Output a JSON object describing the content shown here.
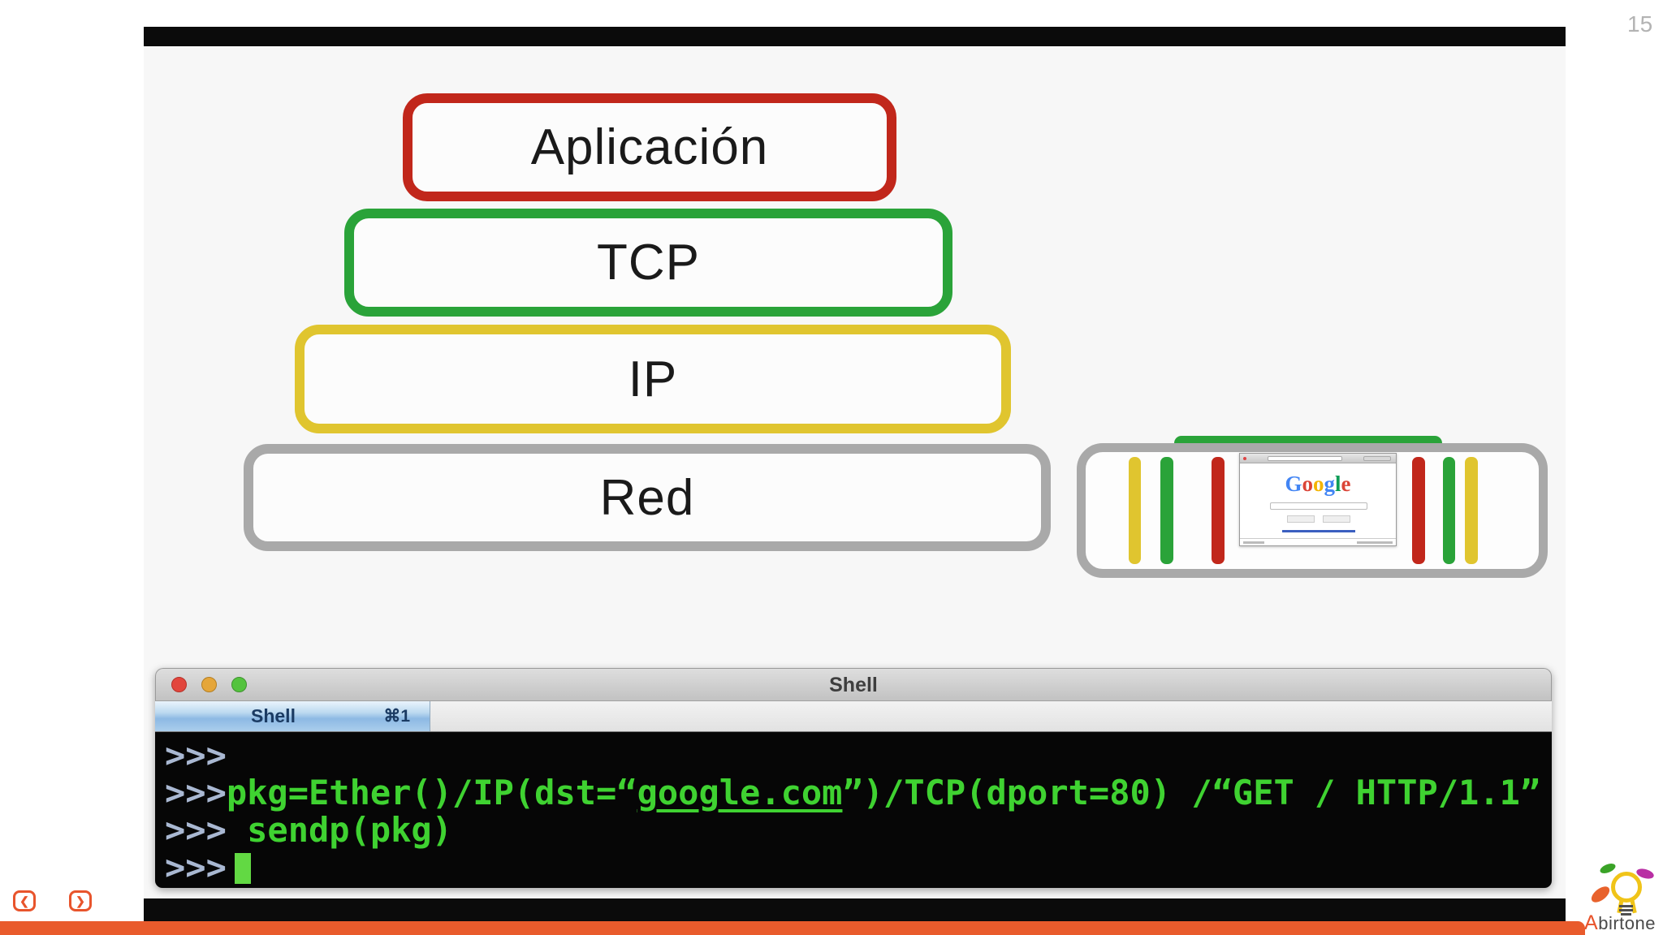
{
  "page": {
    "number": "15"
  },
  "slide": {
    "stack_boxes": [
      {
        "label": "Aplicación",
        "border_color": "#c1271b"
      },
      {
        "label": "TCP",
        "border_color": "#2aa339"
      },
      {
        "label": "IP",
        "border_color": "#e0c52f"
      },
      {
        "label": "Red",
        "border_color": "#a9a9a9"
      }
    ],
    "packet_graphic": {
      "layer_colors_outer_to_inner": [
        "#a9a9a9",
        "#e0c52f",
        "#2aa339",
        "#c1271b"
      ],
      "browser_logo_letters": [
        "G",
        "o",
        "o",
        "g",
        "l",
        "e"
      ]
    }
  },
  "shell_window": {
    "title": "Shell",
    "tab": {
      "label": "Shell",
      "shortcut": "⌘1"
    },
    "terminal": {
      "colors": {
        "prompt": "#a9b8d2",
        "command": "#3fd231",
        "cursor": "#62d943",
        "background": "#060606"
      },
      "lines": [
        {
          "prompt": ">>>"
        },
        {
          "prompt": ">>>",
          "cmd_pre": "pkg=Ether()/IP(dst=“",
          "cmd_link": "google.com",
          "cmd_post": "”)/TCP(dport=80) /“GET / HTTP/1.1”"
        },
        {
          "prompt": ">>>",
          "command": " sendp(pkg)"
        },
        {
          "prompt": ">>>"
        }
      ]
    }
  },
  "nav": {
    "prev": "❮",
    "next": "❯"
  },
  "footer": {
    "bar_color": "#e95b2c"
  },
  "brand": {
    "first_letter": "A",
    "rest": "birtone"
  }
}
